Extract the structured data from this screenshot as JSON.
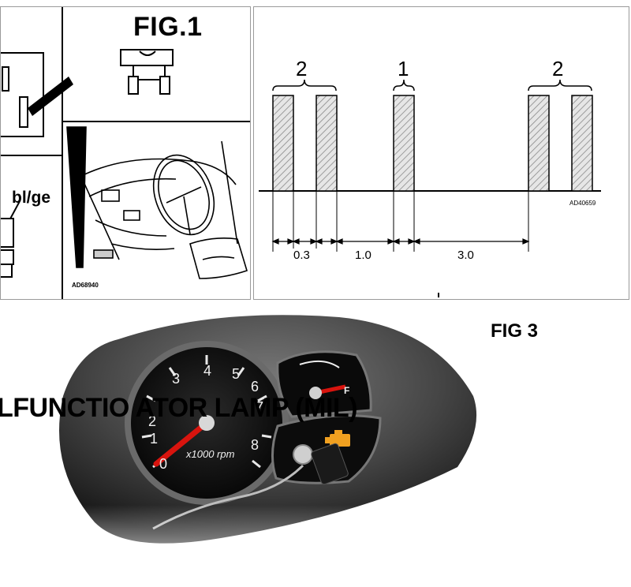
{
  "fig1": {
    "title": "FIG.1",
    "wire_label": "bl/ge",
    "image_code": "AD68940"
  },
  "fig2": {
    "group_labels": [
      "2",
      "1",
      "2"
    ],
    "durations": [
      "0.3",
      "1.0",
      "3.0"
    ],
    "image_code": "AD40659"
  },
  "fig3": {
    "title": "FIG 3",
    "overlay_text": "LFUNCTIO          ATOR LAMP (MIL)",
    "gauge_units": "x1000 rpm",
    "tach_numbers": [
      "0",
      "1",
      "2",
      "3",
      "4",
      "5",
      "6",
      "7",
      "8"
    ],
    "fuel_label": "F",
    "accent_colors": {
      "needle": "#d8140e",
      "warning_lamp": "#f0a020"
    }
  }
}
